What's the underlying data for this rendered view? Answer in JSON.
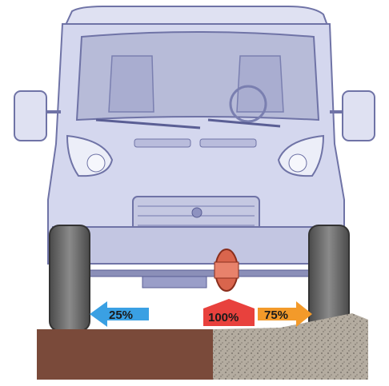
{
  "arrows": [
    {
      "id": "left",
      "label": "25%",
      "color": "#3aa0e3",
      "text_color": "#1a1a1a",
      "direction": "left"
    },
    {
      "id": "center",
      "label": "100%",
      "color": "#e8413d",
      "text_color": "#1a1a1a",
      "direction": "up"
    },
    {
      "id": "right",
      "label": "75%",
      "color": "#f39a2a",
      "text_color": "#1a1a1a",
      "direction": "right"
    }
  ],
  "colors": {
    "body_fill": "#d4d7ee",
    "body_stroke": "#6f73a6",
    "tire": "#6e6e6e",
    "ground_left": "#7a4a3a",
    "ground_right": "#a39b8f",
    "differential": "#d9654d"
  }
}
